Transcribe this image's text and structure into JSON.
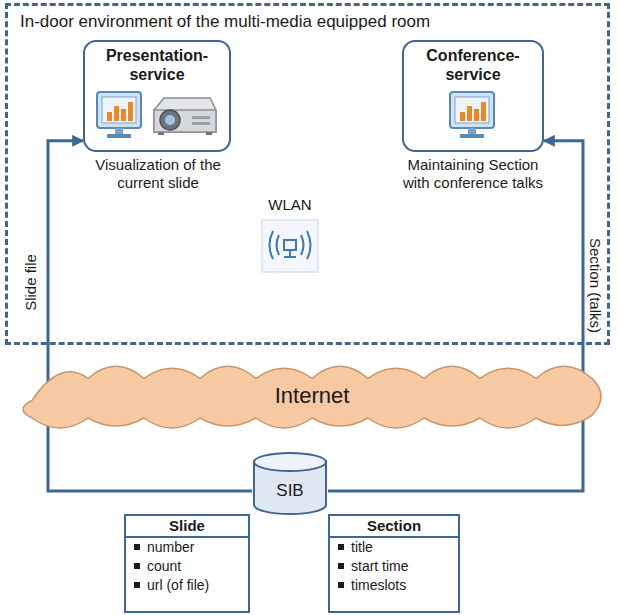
{
  "diagram": {
    "nodes": [
      {
        "text": [
          "In-door environment of the multi-media equipped room"
        ]
      },
      {
        "text": [
          "Presentation-service"
        ],
        "in": 0
      },
      {
        "text": [
          "Conference-service"
        ],
        "in": 0
      },
      {
        "text": [
          "Internet"
        ]
      },
      {
        "text": [
          "SIB"
        ]
      },
      {
        "text": [
          "Slide",
          "number",
          "count",
          "url (of file)"
        ]
      },
      {
        "text": [
          "Section",
          "title",
          "start time",
          "timeslots"
        ]
      }
    ],
    "edges": [
      {
        "from": 4,
        "to": 1,
        "arrow": "to",
        "label": "Slide file"
      },
      {
        "from": 4,
        "to": 2,
        "arrow": "to",
        "label": "Section (talks)"
      }
    ],
    "labels": [
      "Visualization of the current slide",
      "WLAN",
      "Maintaining Section with conference talks"
    ]
  }
}
